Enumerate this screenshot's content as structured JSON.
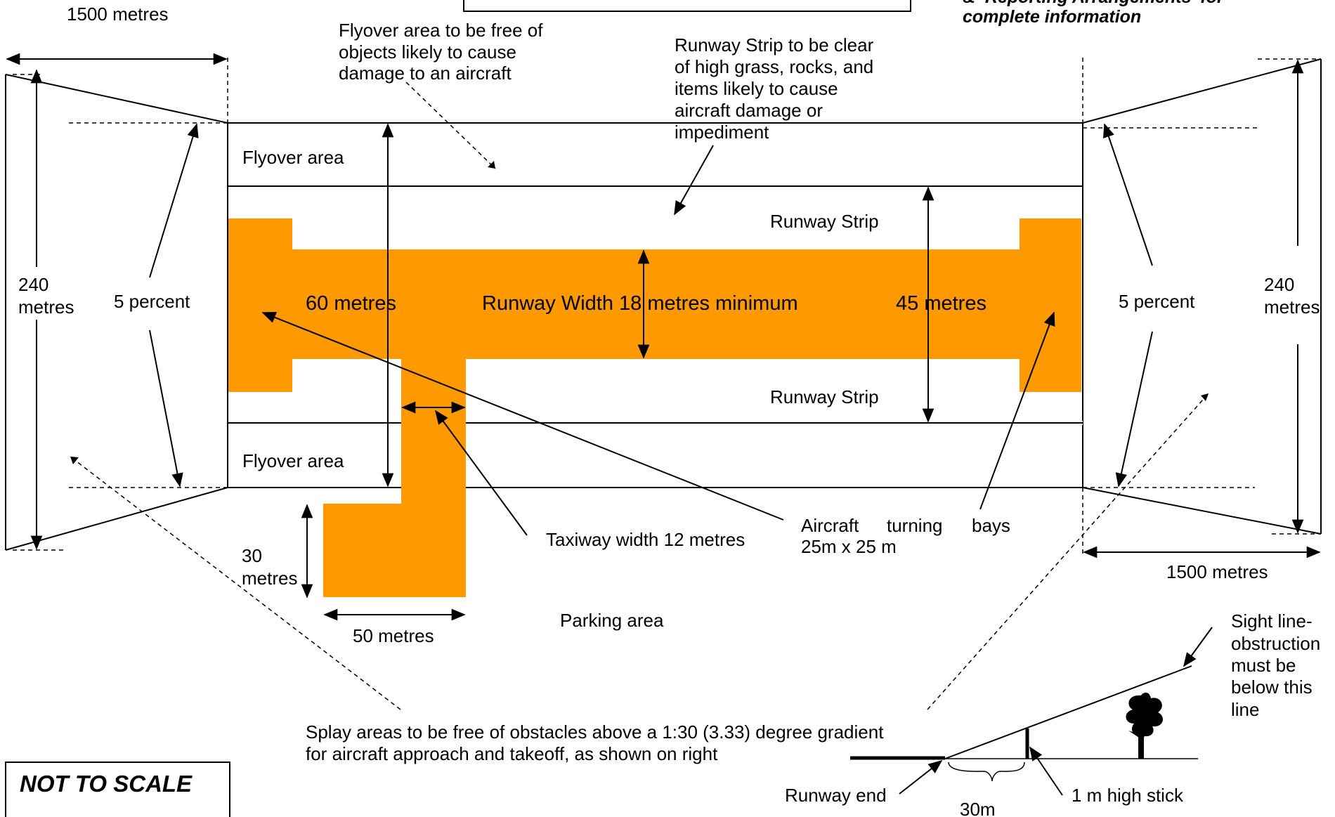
{
  "labels": {
    "top_left_length": "1500 metres",
    "flyover_note": [
      "Flyover area to be free of",
      "objects likely to cause",
      "damage to an aircraft"
    ],
    "strip_note": [
      "Runway Strip to be clear",
      "of high grass, rocks, and",
      "items likely to cause",
      "aircraft damage or",
      "impediment"
    ],
    "corner_note": [
      "& ‘Reporting Arrangements’ for",
      "complete information"
    ],
    "flyover_area_top": "Flyover area",
    "flyover_area_bottom": "Flyover area",
    "runway_strip_top": "Runway Strip",
    "runway_strip_bottom": "Runway Strip",
    "left_240": [
      "240",
      "metres"
    ],
    "right_240": [
      "240",
      "metres"
    ],
    "left_percent": "5 percent",
    "right_percent": "5 percent",
    "sixty_metres": "60 metres",
    "runway_width": "Runway Width 18 metres minimum",
    "forty_five_metres": "45 metres",
    "aircraft_turning_bays": [
      "Aircraft",
      "turning",
      "bays"
    ],
    "turning_bay_size": "25m x 25 m",
    "taxiway_width": "Taxiway width 12 metres",
    "thirty_metres": [
      "30",
      "metres"
    ],
    "bottom_right_length": "1500 metres",
    "parking_area": "Parking area",
    "fifty_metres": "50 metres",
    "sight_line": [
      "Sight line-",
      "obstruction",
      "must be",
      "below this",
      "line"
    ],
    "splay_note": [
      "Splay areas to be free of obstacles above a 1:30 (3.33) degree gradient",
      "for aircraft approach and takeoff, as shown on right"
    ],
    "runway_end": "Runway end",
    "stick": "1 m high stick",
    "thirty_m": "30m",
    "not_to_scale": "NOT TO SCALE"
  },
  "colors": {
    "runway_fill": "#ff9900",
    "line": "#000000"
  },
  "icons": {
    "tree": "tree-icon"
  }
}
